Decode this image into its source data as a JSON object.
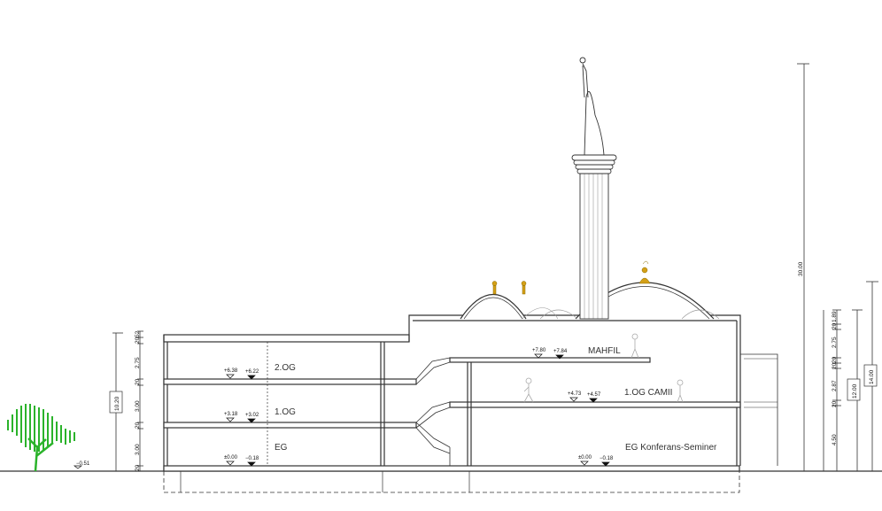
{
  "rooms": {
    "og2": "2.OG",
    "og1": "1.OG",
    "eg": "EG",
    "mahfil": "MAHFIL",
    "camii": "1.OG CAMII",
    "konferans": "EG Konferans-Seminer"
  },
  "levels": {
    "l_638": "+6.38",
    "l_622": "+6.22",
    "l_318": "+3.18",
    "l_302": "+3.02",
    "l_000a": "±0.00",
    "l_018a": "−0.18",
    "l_780": "+7.80",
    "l_784": "+7.84",
    "l_473": "+4.73",
    "l_457": "+4.57",
    "l_000b": "±0.00",
    "l_018b": "−0.18",
    "tree": "−0.51"
  },
  "dimensions": {
    "left_total": "10.20",
    "left_chain": [
      "52",
      "20",
      "2.75",
      "20",
      "3.00",
      "20",
      "3.00",
      "20"
    ],
    "right_tall": "30.00",
    "right_a": "14.00",
    "right_b": "12.00",
    "right_chain": [
      "1.89",
      "20",
      "2.75",
      "20",
      "20",
      "2.87",
      "20",
      "4.50"
    ]
  },
  "colors": {
    "line": "#333333",
    "finial": "#d4a017",
    "tree": "#2bb32b"
  }
}
